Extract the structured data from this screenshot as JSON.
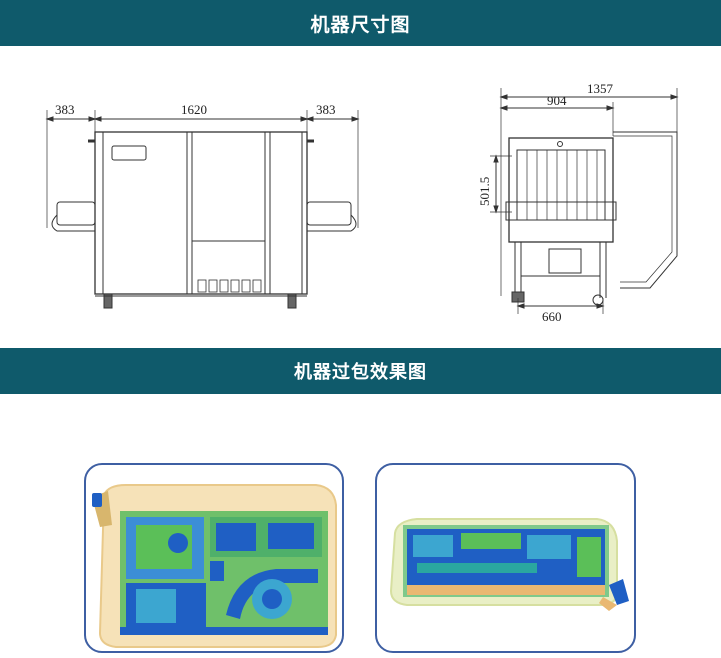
{
  "sections": {
    "dimensions_title": "机器尺寸图",
    "scan_title": "机器过包效果图"
  },
  "front_view": {
    "dim_left": "383",
    "dim_center": "1620",
    "dim_right": "383"
  },
  "side_view": {
    "dim_overall": "1357",
    "dim_top": "904",
    "dim_height": "501.5",
    "dim_base": "660"
  },
  "colors": {
    "banner": "#0f5a6b",
    "frame_border": "#3e5fa3",
    "xray_blue": "#1f5fc4",
    "xray_green": "#5bbf58",
    "xray_orange": "#e9b872"
  }
}
